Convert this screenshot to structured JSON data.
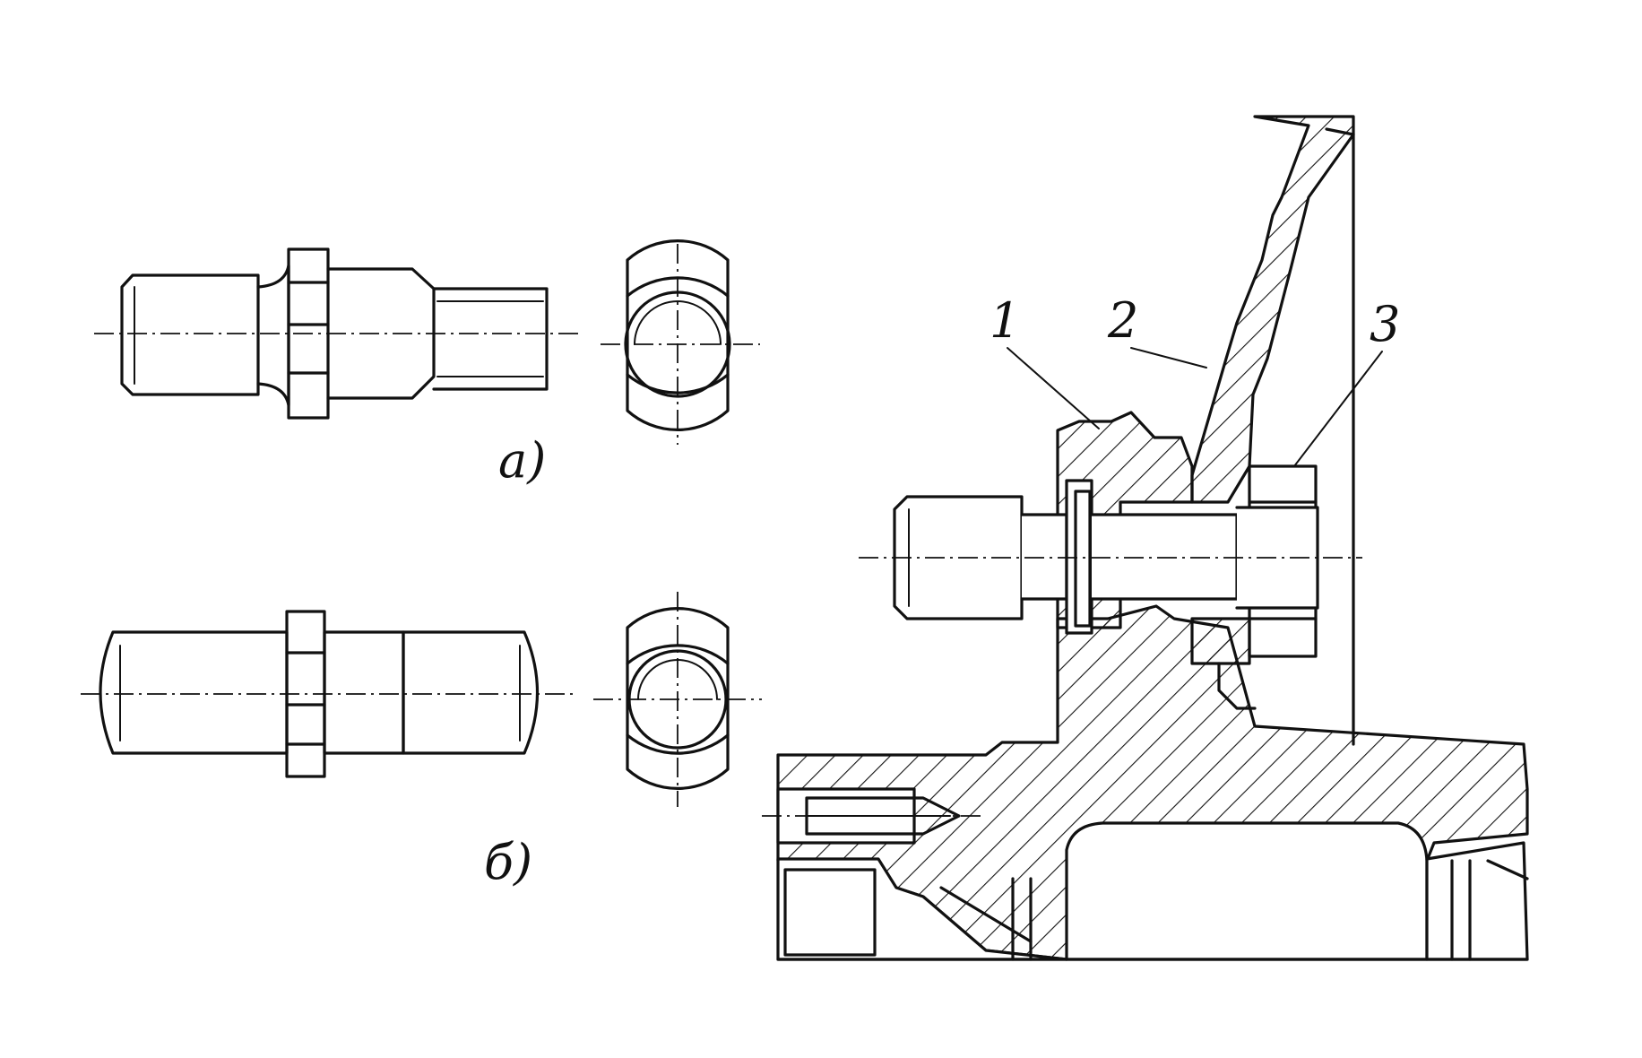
{
  "figure": {
    "view_a_caption": "а)",
    "view_b_caption": "б)",
    "callouts": [
      "1",
      "2",
      "3"
    ]
  },
  "colors": {
    "ink": "#111111",
    "paper": "#ffffff"
  }
}
